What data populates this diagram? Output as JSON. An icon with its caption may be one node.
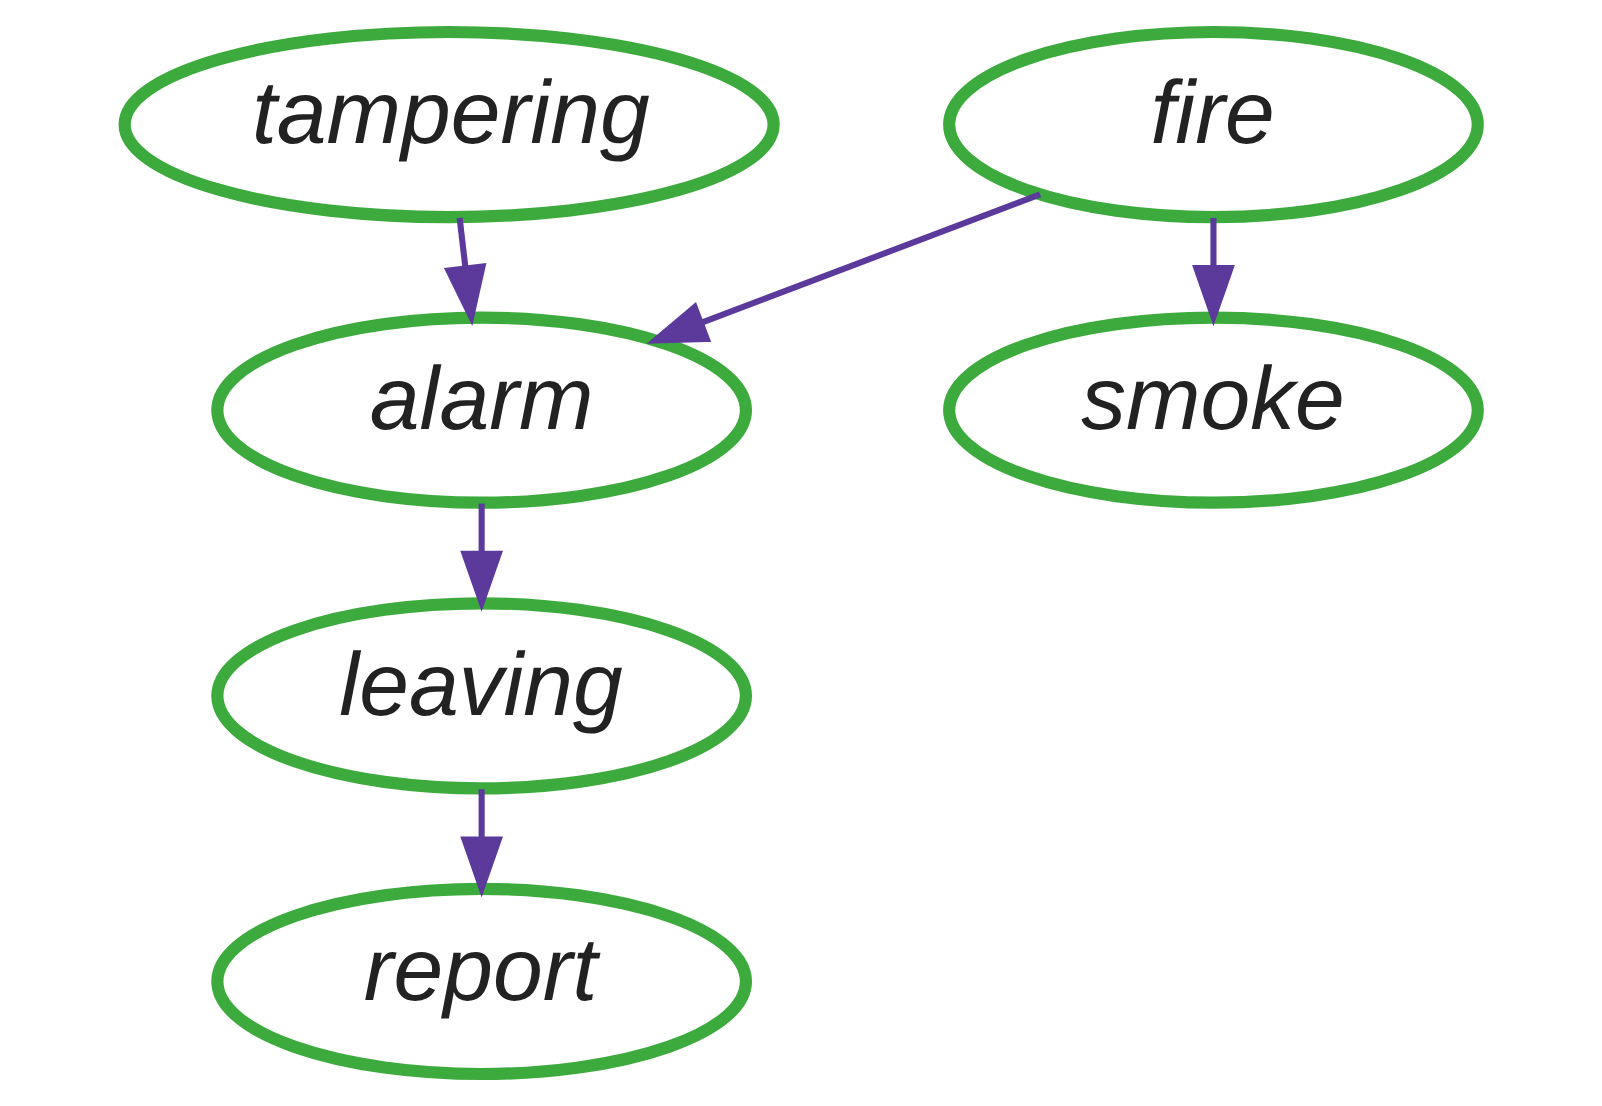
{
  "diagram": {
    "nodes": [
      {
        "text": [
          "tampering"
        ]
      },
      {
        "text": [
          "fire"
        ]
      },
      {
        "text": [
          "alarm"
        ]
      },
      {
        "text": [
          "smoke"
        ]
      },
      {
        "text": [
          "leaving"
        ]
      },
      {
        "text": [
          "report"
        ]
      }
    ],
    "edges": [
      {
        "from": 0,
        "to": 2,
        "arrow": "to"
      },
      {
        "from": 1,
        "to": 2,
        "arrow": "to"
      },
      {
        "from": 1,
        "to": 3,
        "arrow": "to"
      },
      {
        "from": 2,
        "to": 4,
        "arrow": "to"
      },
      {
        "from": 4,
        "to": 5,
        "arrow": "to"
      }
    ]
  }
}
